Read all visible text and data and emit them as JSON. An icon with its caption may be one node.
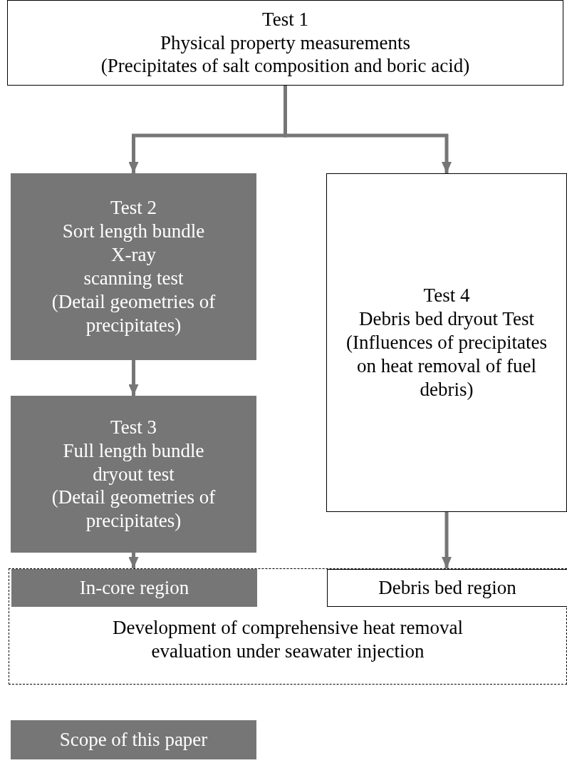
{
  "diagram": {
    "nodes": [
      {
        "text": [
          "Test 1",
          "Physical property measurements",
          "(Precipitates of salt composition and boric acid)"
        ]
      },
      {
        "text": [
          "Test 2",
          "Sort length bundle",
          "X-ray",
          "scanning test",
          "(Detail geometries of precipitates)"
        ]
      },
      {
        "text": [
          "Test 3",
          "Full length bundle dryout test",
          "(Detail geometries of precipitates)"
        ]
      },
      {
        "text": [
          "Test 4",
          "Debris bed dryout Test",
          "(Influences of precipitates on heat removal of fuel debris)"
        ]
      },
      {
        "text": [
          "Development of comprehensive heat removal evaluation under seawater injection"
        ]
      },
      {
        "text": [
          "In-core region"
        ],
        "in": 4
      },
      {
        "text": [
          "Debris bed region"
        ],
        "in": 4
      }
    ],
    "edges": [
      {
        "from": 0,
        "to": 1,
        "arrow": "to"
      },
      {
        "from": 0,
        "to": 3,
        "arrow": "to"
      },
      {
        "from": 1,
        "to": 2,
        "arrow": "to"
      },
      {
        "from": 2,
        "to": 5,
        "arrow": "to"
      },
      {
        "from": 3,
        "to": 6,
        "arrow": "to"
      }
    ],
    "legend": [
      {
        "text": "Scope of this paper",
        "color": "#767676"
      }
    ]
  }
}
